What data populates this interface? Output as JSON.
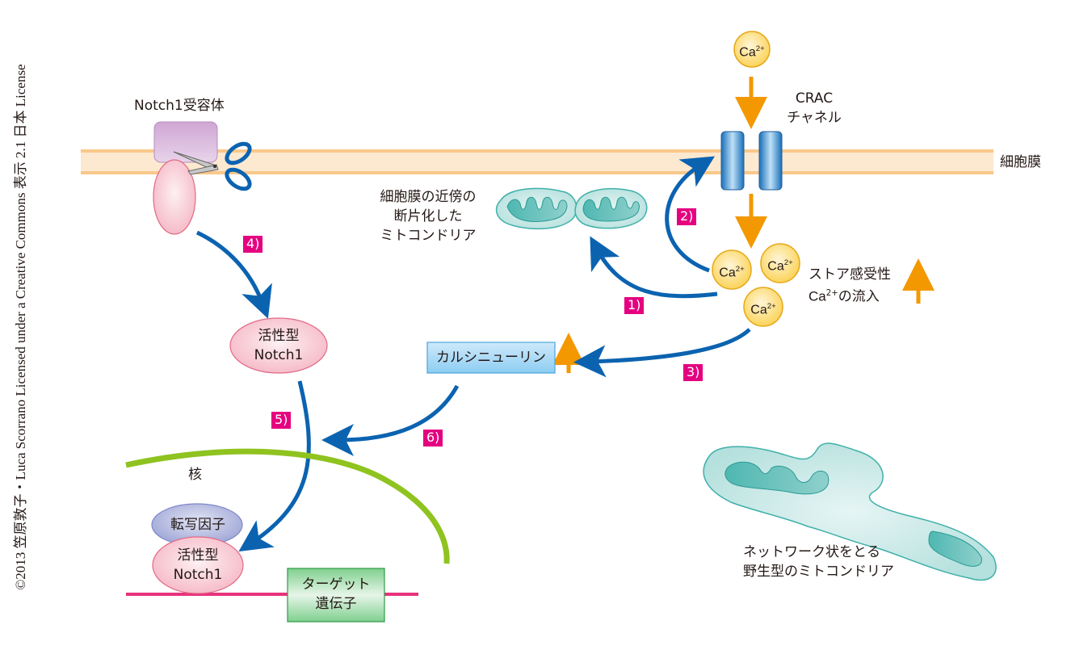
{
  "copyright": "©2013 笠原敦子・Luca Scorrano Licensed under a Creative Commons 表示 2.1 日本 License",
  "labels": {
    "notch1_receptor": "Notch1受容体",
    "crac_line1": "CRAC",
    "crac_line2": "チャネル",
    "cell_membrane": "細胞膜",
    "fragmented_mito_line1": "細胞膜の近傍の",
    "fragmented_mito_line2": "断片化した",
    "fragmented_mito_line3": "ミトコンドリア",
    "soce_line1": "ストア感受性",
    "soce_line2_pre": "Ca",
    "soce_line2_sup": "2+",
    "soce_line2_post": "の流入",
    "active_notch_line1": "活性型",
    "active_notch_line2": "Notch1",
    "calcineurin": "カルシニューリン",
    "nucleus": "核",
    "transcription_factor": "転写因子",
    "nuclear_notch_line1": "活性型",
    "nuclear_notch_line2": "Notch1",
    "target_gene_line1": "ターゲット",
    "target_gene_line2": "遺伝子",
    "network_mito_line1": "ネットワーク状をとる",
    "network_mito_line2": "野生型のミトコンドリア"
  },
  "calcium": {
    "symbol": "Ca",
    "charge": "2+"
  },
  "steps": [
    "1)",
    "2)",
    "3)",
    "4)",
    "5)",
    "6)"
  ],
  "colors": {
    "membrane_fill": "#fde9d0",
    "membrane_edge": "#f9c88a",
    "arrow_blue": "#0b63b0",
    "arrow_orange": "#f39800",
    "badge_magenta": "#e4007f",
    "mito_teal": "#3fb0aa",
    "nucleus_green": "#8fc31f",
    "dna_pink": "#e8337c",
    "calcium_yellow": "#fbd35a"
  }
}
